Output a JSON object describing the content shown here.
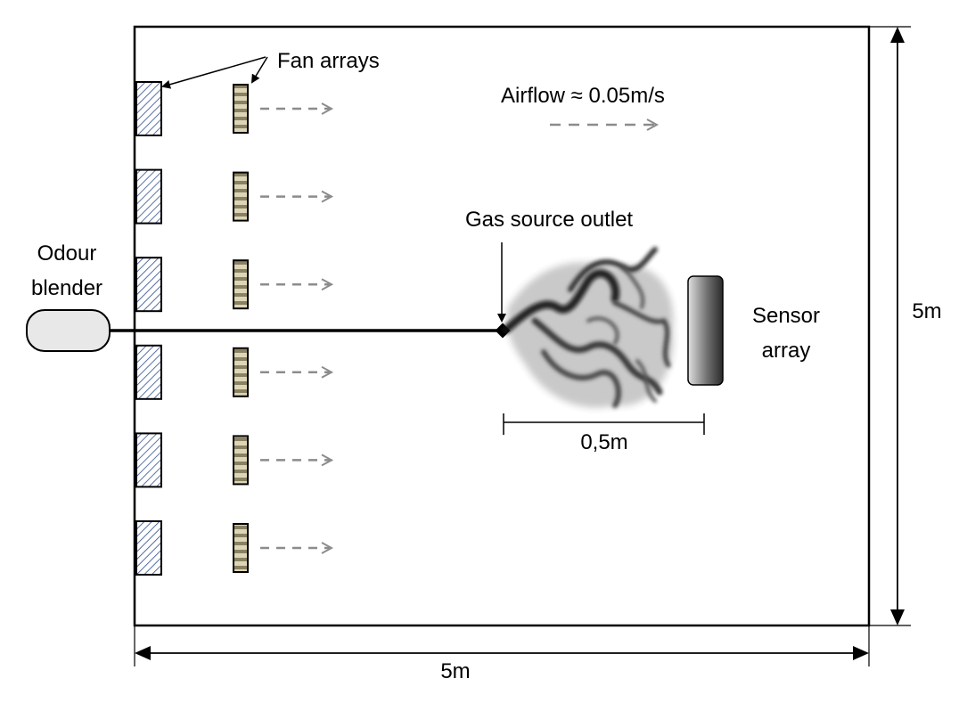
{
  "labels": {
    "fan_arrays": "Fan arrays",
    "airflow": "Airflow ≈ 0.05m/s",
    "gas_source_outlet": "Gas source outlet",
    "odour_blender_line1": "Odour",
    "odour_blender_line2": "blender",
    "sensor_array_line1": "Sensor",
    "sensor_array_line2": "array",
    "plume_scale": "0,5m",
    "room_height": "5m",
    "room_width": "5m"
  },
  "fan_rows": 6,
  "colors": {
    "outline": "#000000",
    "hatch": "#2f4f8f",
    "fan_stripe_light": "#ddd6b6",
    "fan_stripe_dark": "#8a8163",
    "airflow_arrow": "#8c8c8c",
    "blender_fill": "#e8e8e8"
  }
}
